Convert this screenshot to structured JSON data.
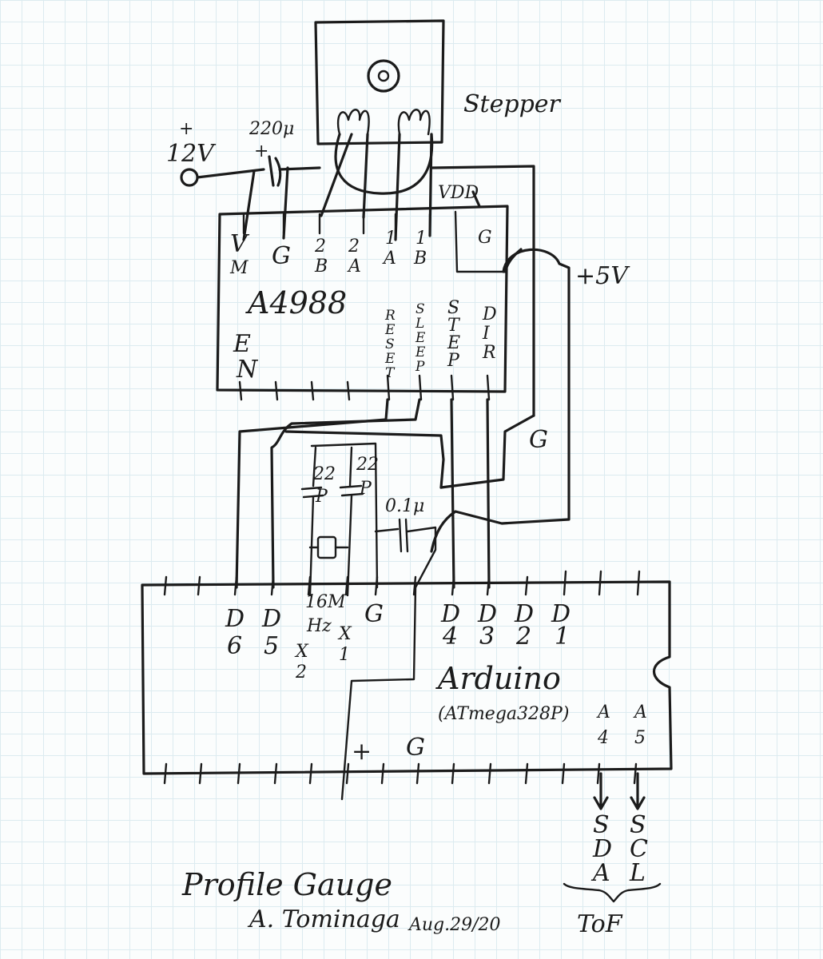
{
  "stepper": {
    "label": "Stepper"
  },
  "power": {
    "plus": "+",
    "voltage": "12V",
    "cap_value": "220μ",
    "cap_plus": "+",
    "plus5": "+5V"
  },
  "a4988": {
    "name": "A4988",
    "vm": "V",
    "vm2": "M",
    "g": "G",
    "b2a": "2",
    "b2b": "B",
    "a2a": "2",
    "a2b": "A",
    "a1a": "1",
    "a1b": "A",
    "b1a": "1",
    "b1b": "B",
    "vdd": "VDD",
    "g2": "G",
    "en_e": "E",
    "en_n": "N",
    "reset": [
      "R",
      "E",
      "S",
      "E",
      "T"
    ],
    "sleep": [
      "S",
      "L",
      "E",
      "E",
      "P"
    ],
    "step": [
      "S",
      "T",
      "E",
      "P"
    ],
    "dir": [
      "D",
      "I",
      "R"
    ]
  },
  "ground_g": "G",
  "caps": {
    "c1": "22",
    "c1b": "P",
    "c2": "22",
    "c2b": "P",
    "c3": "0.1μ"
  },
  "arduino": {
    "name": "Arduino",
    "chip": "(ATmega328P)",
    "d6": "6",
    "d5": "5",
    "d4": "4",
    "d3": "3",
    "d2": "2",
    "d1": "1",
    "dD": "D",
    "xtal_a": "16M",
    "xtal_b": "Hz",
    "x2a": "X",
    "x2b": "2",
    "x1a": "X",
    "x1b": "1",
    "g": "G",
    "plus": "+",
    "gnd": "G",
    "a4a": "A",
    "a4b": "4",
    "a5a": "A",
    "a5b": "5"
  },
  "i2c": {
    "sda": [
      "S",
      "D",
      "A"
    ],
    "scl": [
      "S",
      "C",
      "L"
    ],
    "tof": "ToF"
  },
  "footer": {
    "title": "Profile Gauge",
    "author": "A. Tominaga",
    "date": "Aug.29/20"
  }
}
